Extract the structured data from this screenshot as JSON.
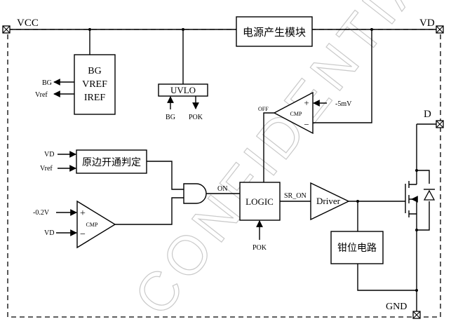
{
  "pins": {
    "vcc": "VCC",
    "vd": "VD",
    "d": "D",
    "gnd": "GND"
  },
  "blocks": {
    "power": "电源产生模块",
    "bg_line1": "BG",
    "bg_line2": "VREF",
    "bg_line3": "IREF",
    "uvlo": "UVLO",
    "primary_judge": "原边开通判定",
    "logic": "LOGIC",
    "driver": "Driver",
    "clamp": "钳位电路"
  },
  "signals": {
    "bg_out": "BG",
    "vref_out": "Vref",
    "uvlo_bg": "BG",
    "uvlo_pok": "POK",
    "vd_in": "VD",
    "vref_in": "Vref",
    "neg02v": "-0.2V",
    "cmp2_vd": "VD",
    "on": "ON",
    "off": "OFF",
    "sr_on": "SR_ON",
    "logic_pok": "POK",
    "neg5mv": "-5mV"
  },
  "comparators": {
    "cmp_top": "CMP",
    "cmp_bottom": "CMP"
  },
  "comparator_signs": {
    "plus": "+",
    "minus": "−"
  },
  "watermark": "CONFIDENTIAL"
}
